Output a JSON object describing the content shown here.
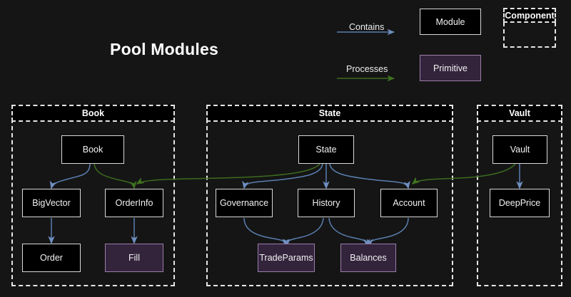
{
  "title": "Pool Modules",
  "colors": {
    "background": "#151515",
    "node_fill": "#000000",
    "node_border": "#d8d8d8",
    "primitive_fill": "#33243c",
    "primitive_border": "#9d7dab",
    "cluster_border": "#e6e6e6",
    "contains_edge": "#5a7fb0",
    "processes_edge": "#3d6b1f",
    "text": "#f2f2f2"
  },
  "legend": {
    "contains_label": "Contains",
    "processes_label": "Processes",
    "module_label": "Module",
    "primitive_label": "Primitive",
    "component_label": "Component"
  },
  "clusters": [
    {
      "id": "book",
      "label": "Book"
    },
    {
      "id": "state",
      "label": "State"
    },
    {
      "id": "vault",
      "label": "Vault"
    }
  ],
  "nodes": [
    {
      "id": "book",
      "label": "Book",
      "type": "module",
      "cluster": "book"
    },
    {
      "id": "bigvector",
      "label": "BigVector",
      "type": "module",
      "cluster": "book"
    },
    {
      "id": "orderinfo",
      "label": "OrderInfo",
      "type": "module",
      "cluster": "book"
    },
    {
      "id": "order",
      "label": "Order",
      "type": "module",
      "cluster": "book"
    },
    {
      "id": "fill",
      "label": "Fill",
      "type": "primitive",
      "cluster": "book"
    },
    {
      "id": "state",
      "label": "State",
      "type": "module",
      "cluster": "state"
    },
    {
      "id": "governance",
      "label": "Governance",
      "type": "module",
      "cluster": "state"
    },
    {
      "id": "history",
      "label": "History",
      "type": "module",
      "cluster": "state"
    },
    {
      "id": "account",
      "label": "Account",
      "type": "module",
      "cluster": "state"
    },
    {
      "id": "tradeparams",
      "label": "TradeParams",
      "type": "primitive",
      "cluster": "state"
    },
    {
      "id": "balances",
      "label": "Balances",
      "type": "primitive",
      "cluster": "state"
    },
    {
      "id": "vault",
      "label": "Vault",
      "type": "module",
      "cluster": "vault"
    },
    {
      "id": "deepprice",
      "label": "DeepPrice",
      "type": "module",
      "cluster": "vault"
    }
  ],
  "edges": [
    {
      "from": "book",
      "to": "bigvector",
      "kind": "contains"
    },
    {
      "from": "bigvector",
      "to": "order",
      "kind": "contains"
    },
    {
      "from": "orderinfo",
      "to": "fill",
      "kind": "contains"
    },
    {
      "from": "state",
      "to": "governance",
      "kind": "contains"
    },
    {
      "from": "state",
      "to": "history",
      "kind": "contains"
    },
    {
      "from": "state",
      "to": "account",
      "kind": "contains"
    },
    {
      "from": "governance",
      "to": "tradeparams",
      "kind": "contains"
    },
    {
      "from": "history",
      "to": "tradeparams",
      "kind": "contains"
    },
    {
      "from": "history",
      "to": "balances",
      "kind": "contains"
    },
    {
      "from": "account",
      "to": "balances",
      "kind": "contains"
    },
    {
      "from": "vault",
      "to": "deepprice",
      "kind": "contains"
    },
    {
      "from": "book",
      "to": "orderinfo",
      "kind": "processes"
    },
    {
      "from": "state",
      "to": "orderinfo",
      "kind": "processes"
    },
    {
      "from": "vault",
      "to": "account",
      "kind": "processes"
    }
  ]
}
